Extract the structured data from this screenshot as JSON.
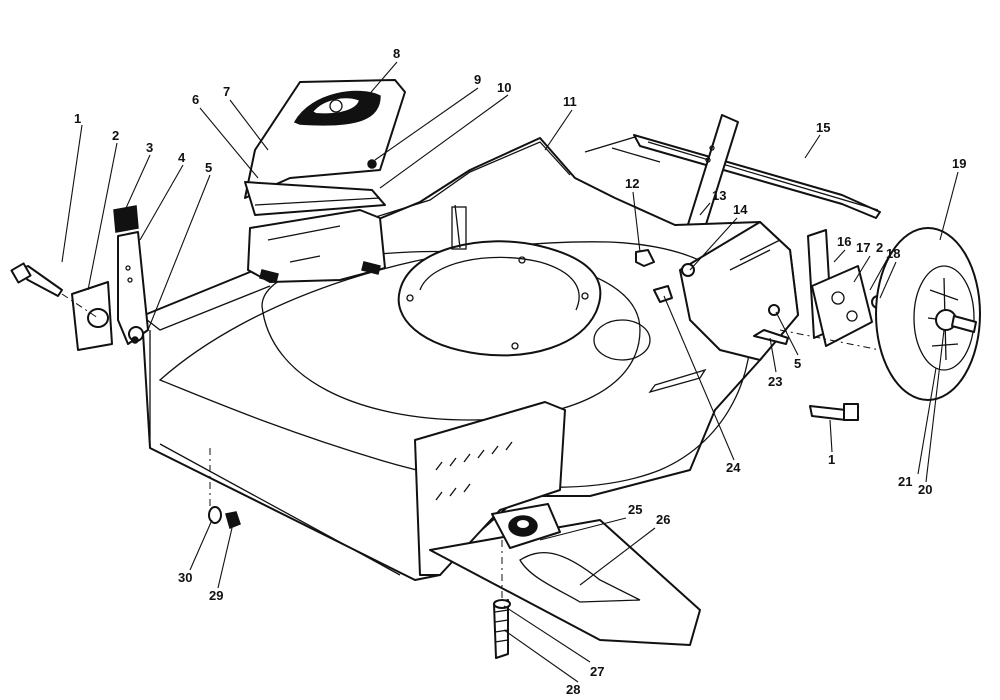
{
  "diagram": {
    "callouts": [
      {
        "id": "c1a",
        "text": "1"
      },
      {
        "id": "c2a",
        "text": "2"
      },
      {
        "id": "c3",
        "text": "3"
      },
      {
        "id": "c4",
        "text": "4"
      },
      {
        "id": "c5a",
        "text": "5"
      },
      {
        "id": "c6",
        "text": "6"
      },
      {
        "id": "c7",
        "text": "7"
      },
      {
        "id": "c8",
        "text": "8"
      },
      {
        "id": "c9",
        "text": "9"
      },
      {
        "id": "c10",
        "text": "10"
      },
      {
        "id": "c11",
        "text": "11"
      },
      {
        "id": "c12",
        "text": "12"
      },
      {
        "id": "c13",
        "text": "13"
      },
      {
        "id": "c14",
        "text": "14"
      },
      {
        "id": "c15",
        "text": "15"
      },
      {
        "id": "c16",
        "text": "16"
      },
      {
        "id": "c17",
        "text": "17"
      },
      {
        "id": "c2b",
        "text": "2"
      },
      {
        "id": "c18",
        "text": "18"
      },
      {
        "id": "c19",
        "text": "19"
      },
      {
        "id": "c5b",
        "text": "5"
      },
      {
        "id": "c23",
        "text": "23"
      },
      {
        "id": "c1b",
        "text": "1"
      },
      {
        "id": "c24",
        "text": "24"
      },
      {
        "id": "c21",
        "text": "21"
      },
      {
        "id": "c20",
        "text": "20"
      },
      {
        "id": "c25",
        "text": "25"
      },
      {
        "id": "c26",
        "text": "26"
      },
      {
        "id": "c27",
        "text": "27"
      },
      {
        "id": "c28",
        "text": "28"
      },
      {
        "id": "c29",
        "text": "29"
      },
      {
        "id": "c30",
        "text": "30"
      }
    ]
  }
}
